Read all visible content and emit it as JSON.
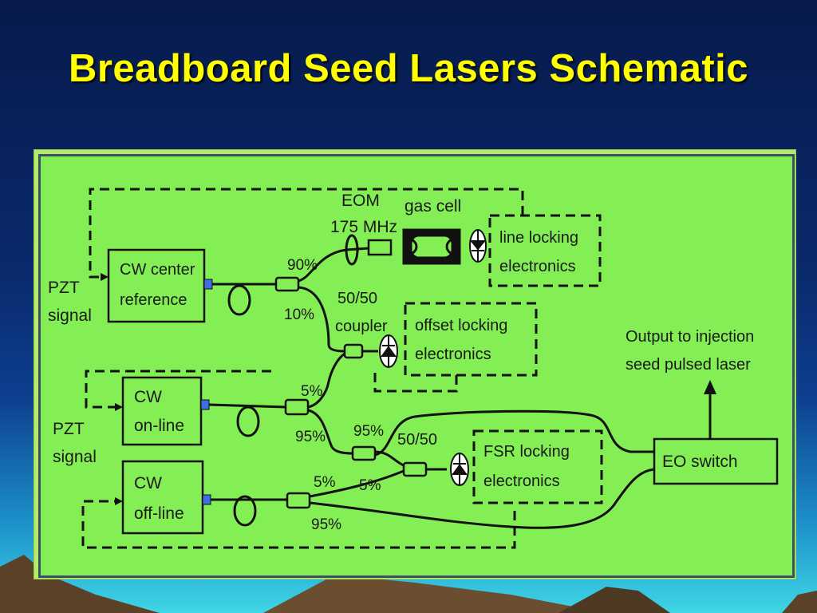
{
  "title": "Breadboard Seed Lasers Schematic",
  "colors": {
    "title": "#ffff00",
    "panel_background": "#84ee55",
    "line": "#111111",
    "port": "#3f6fe0"
  },
  "labels": {
    "pzt_top": [
      "PZT",
      "signal"
    ],
    "pzt_bottom": [
      "PZT",
      "signal"
    ],
    "cw_center": [
      "CW center",
      "reference"
    ],
    "cw_online": [
      "CW",
      "on-line"
    ],
    "cw_offline": [
      "CW",
      "off-line"
    ],
    "eom": [
      "EOM",
      "175 MHz"
    ],
    "gas_cell": "gas cell",
    "line_locking": [
      "line locking",
      "electronics"
    ],
    "offset_locking": [
      "offset locking",
      "electronics"
    ],
    "fsr_locking": [
      "FSR locking",
      "electronics"
    ],
    "coupler_top": [
      "50/50",
      "coupler"
    ],
    "coupler_fsr": "50/50",
    "eo_switch": "EO switch",
    "output": [
      "Output to injection",
      "seed pulsed laser"
    ],
    "split_center_top": "90%",
    "split_center_bottom": "10%",
    "split_online_top": "5%",
    "split_online_bottom": "95%",
    "split_fsr_95": "95%",
    "split_fsr_5": "5%",
    "split_offline_top": "5%",
    "split_offline_bottom": "95%"
  }
}
